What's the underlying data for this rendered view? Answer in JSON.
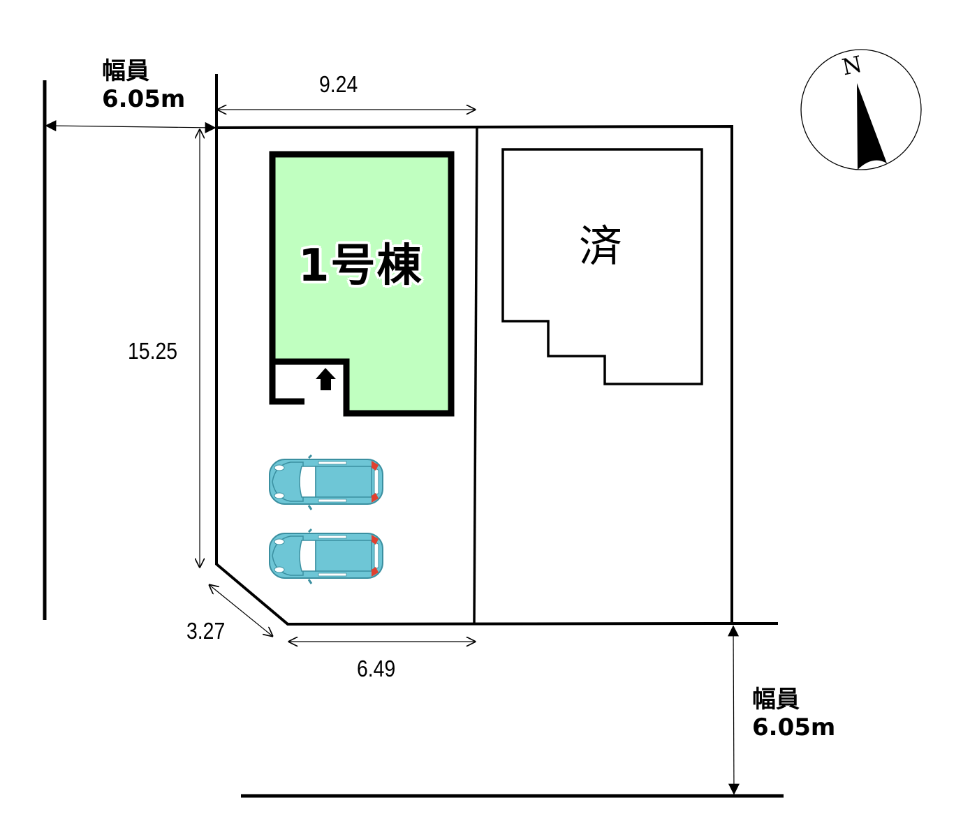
{
  "roads": {
    "west": {
      "label": "幅員",
      "width": "6.05m"
    },
    "south": {
      "label": "幅員",
      "width": "6.05m"
    }
  },
  "dimensions": {
    "north_frontage": "9.24",
    "west_depth": "15.25",
    "corner_cut": "3.27",
    "south_frontage": "6.49"
  },
  "lots": {
    "lot1": {
      "label": "1号棟",
      "fill_color": "#c0ffc0"
    },
    "lot2": {
      "label": "済",
      "fill_color": "#ffffff"
    }
  },
  "parking": {
    "car_count": 2,
    "car_color": "#6ec6d6"
  },
  "compass": {
    "label": "N"
  },
  "colors": {
    "line": "#000000",
    "background": "#ffffff",
    "car_tail_light": "#e04030"
  }
}
